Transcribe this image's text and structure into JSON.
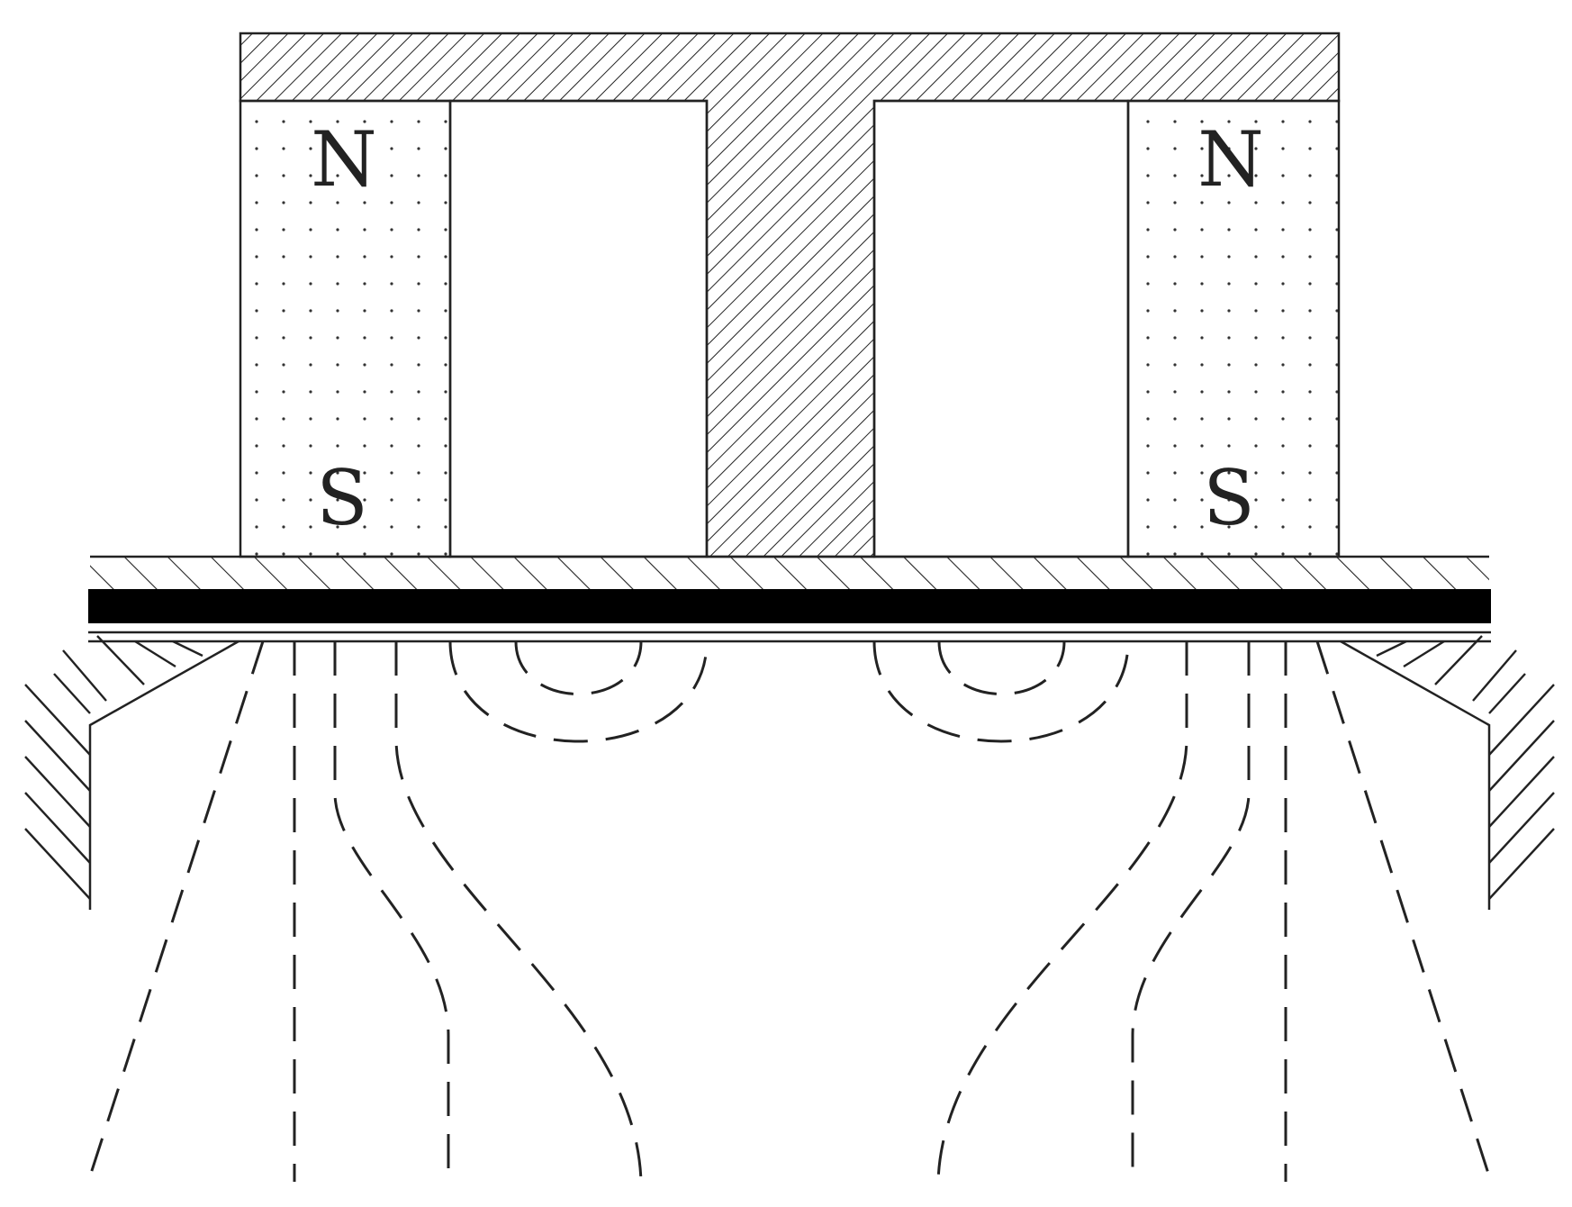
{
  "magnets": {
    "left": {
      "north_label": "N",
      "south_label": "S"
    },
    "right": {
      "north_label": "N",
      "south_label": "S"
    }
  },
  "colors": {
    "line": "#222222",
    "background": "#ffffff",
    "target_plate": "#000000"
  }
}
